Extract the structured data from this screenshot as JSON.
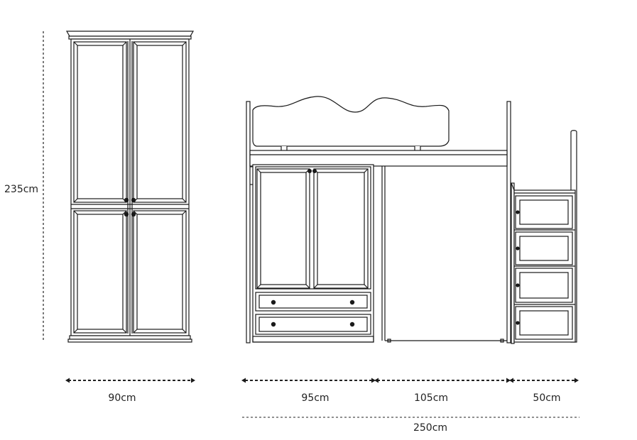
{
  "labels": {
    "height": "235cm",
    "wardrobe_width": "90cm",
    "bed_wardrobe_width": "95cm",
    "bed_middle_width": "105cm",
    "stairs_width": "50cm",
    "total_width": "250cm"
  },
  "colors": {
    "line": "#1a1a1a",
    "panel_fill": "#ffffff",
    "dim_line": "#222222"
  },
  "icons": {
    "arrow": "triangle-arrow-icon"
  }
}
